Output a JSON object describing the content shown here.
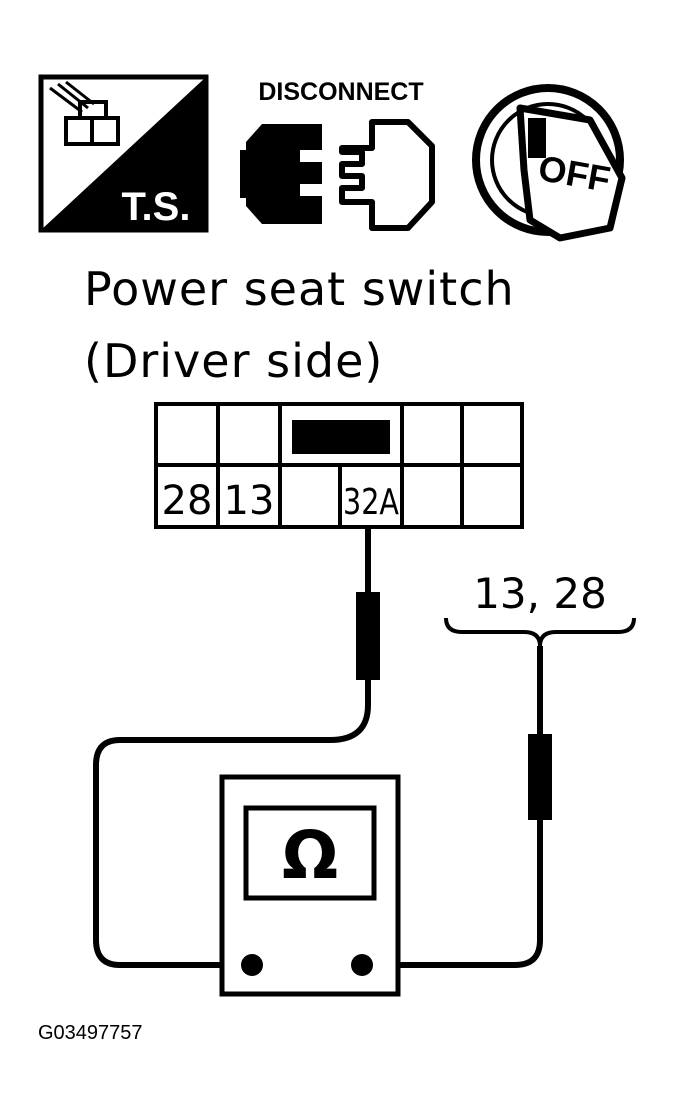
{
  "icons": {
    "ts_icon": {
      "name": "technical-service-icon",
      "label": "T.S."
    },
    "disconnect_icon": {
      "name": "connector-disconnect-icon",
      "label": "DISCONNECT"
    },
    "ignition_icon": {
      "name": "ignition-key-off-icon",
      "label": "OFF"
    }
  },
  "title": {
    "line1": "Power seat switch",
    "line2": "(Driver side)"
  },
  "connector": {
    "terminals": [
      "28",
      "13",
      "32A"
    ]
  },
  "probe_label": "13, 28",
  "meter": {
    "symbol": "Ω",
    "name": "ohmmeter"
  },
  "figure_id": "G03497757"
}
